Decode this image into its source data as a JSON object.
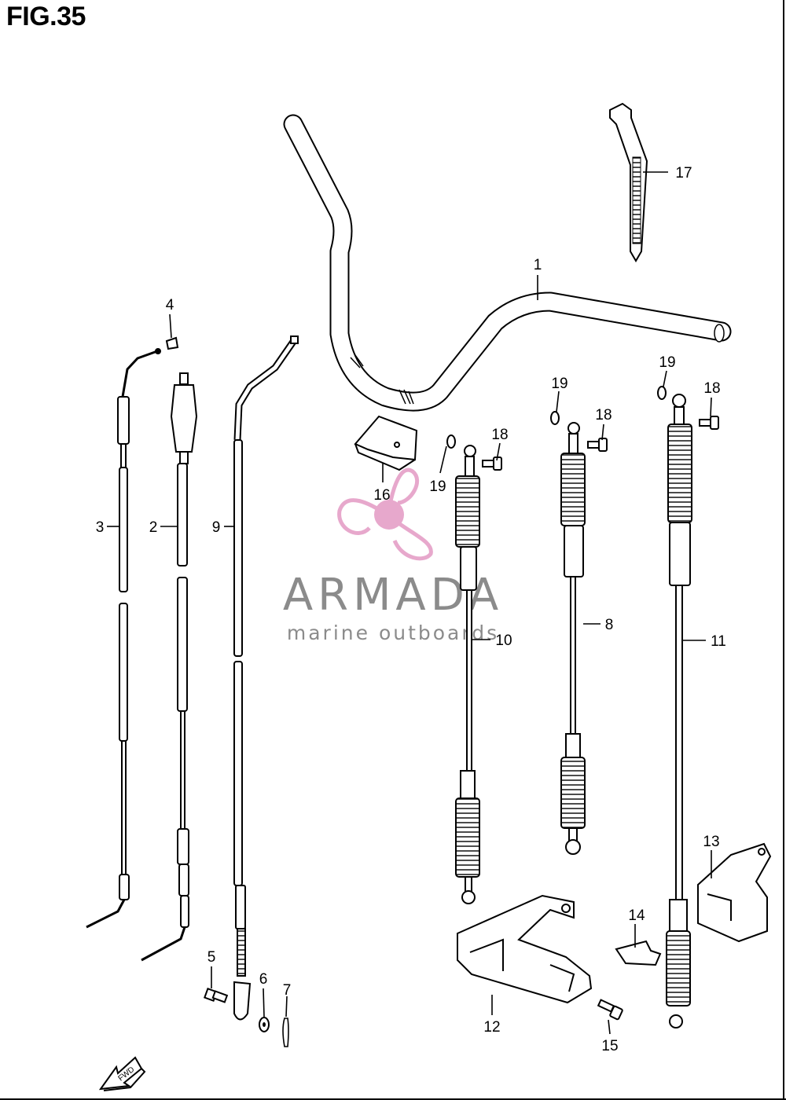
{
  "figure": {
    "title": "FIG.35"
  },
  "callouts": [
    {
      "id": "c1",
      "label": "1"
    },
    {
      "id": "c2",
      "label": "2"
    },
    {
      "id": "c3",
      "label": "3"
    },
    {
      "id": "c4",
      "label": "4"
    },
    {
      "id": "c5",
      "label": "5"
    },
    {
      "id": "c6",
      "label": "6"
    },
    {
      "id": "c7",
      "label": "7"
    },
    {
      "id": "c8",
      "label": "8"
    },
    {
      "id": "c9",
      "label": "9"
    },
    {
      "id": "c10",
      "label": "10"
    },
    {
      "id": "c11",
      "label": "11"
    },
    {
      "id": "c12",
      "label": "12"
    },
    {
      "id": "c13",
      "label": "13"
    },
    {
      "id": "c14",
      "label": "14"
    },
    {
      "id": "c15",
      "label": "15"
    },
    {
      "id": "c16",
      "label": "16"
    },
    {
      "id": "c17",
      "label": "17"
    },
    {
      "id": "c18a",
      "label": "18"
    },
    {
      "id": "c18b",
      "label": "18"
    },
    {
      "id": "c18c",
      "label": "18"
    },
    {
      "id": "c19a",
      "label": "19"
    },
    {
      "id": "c19b",
      "label": "19"
    },
    {
      "id": "c19c",
      "label": "19"
    }
  ],
  "direction_arrow": {
    "label": "FWD"
  },
  "watermark": {
    "name": "ARMADA",
    "tagline": "marine outboards",
    "color": "#e39ac4"
  }
}
